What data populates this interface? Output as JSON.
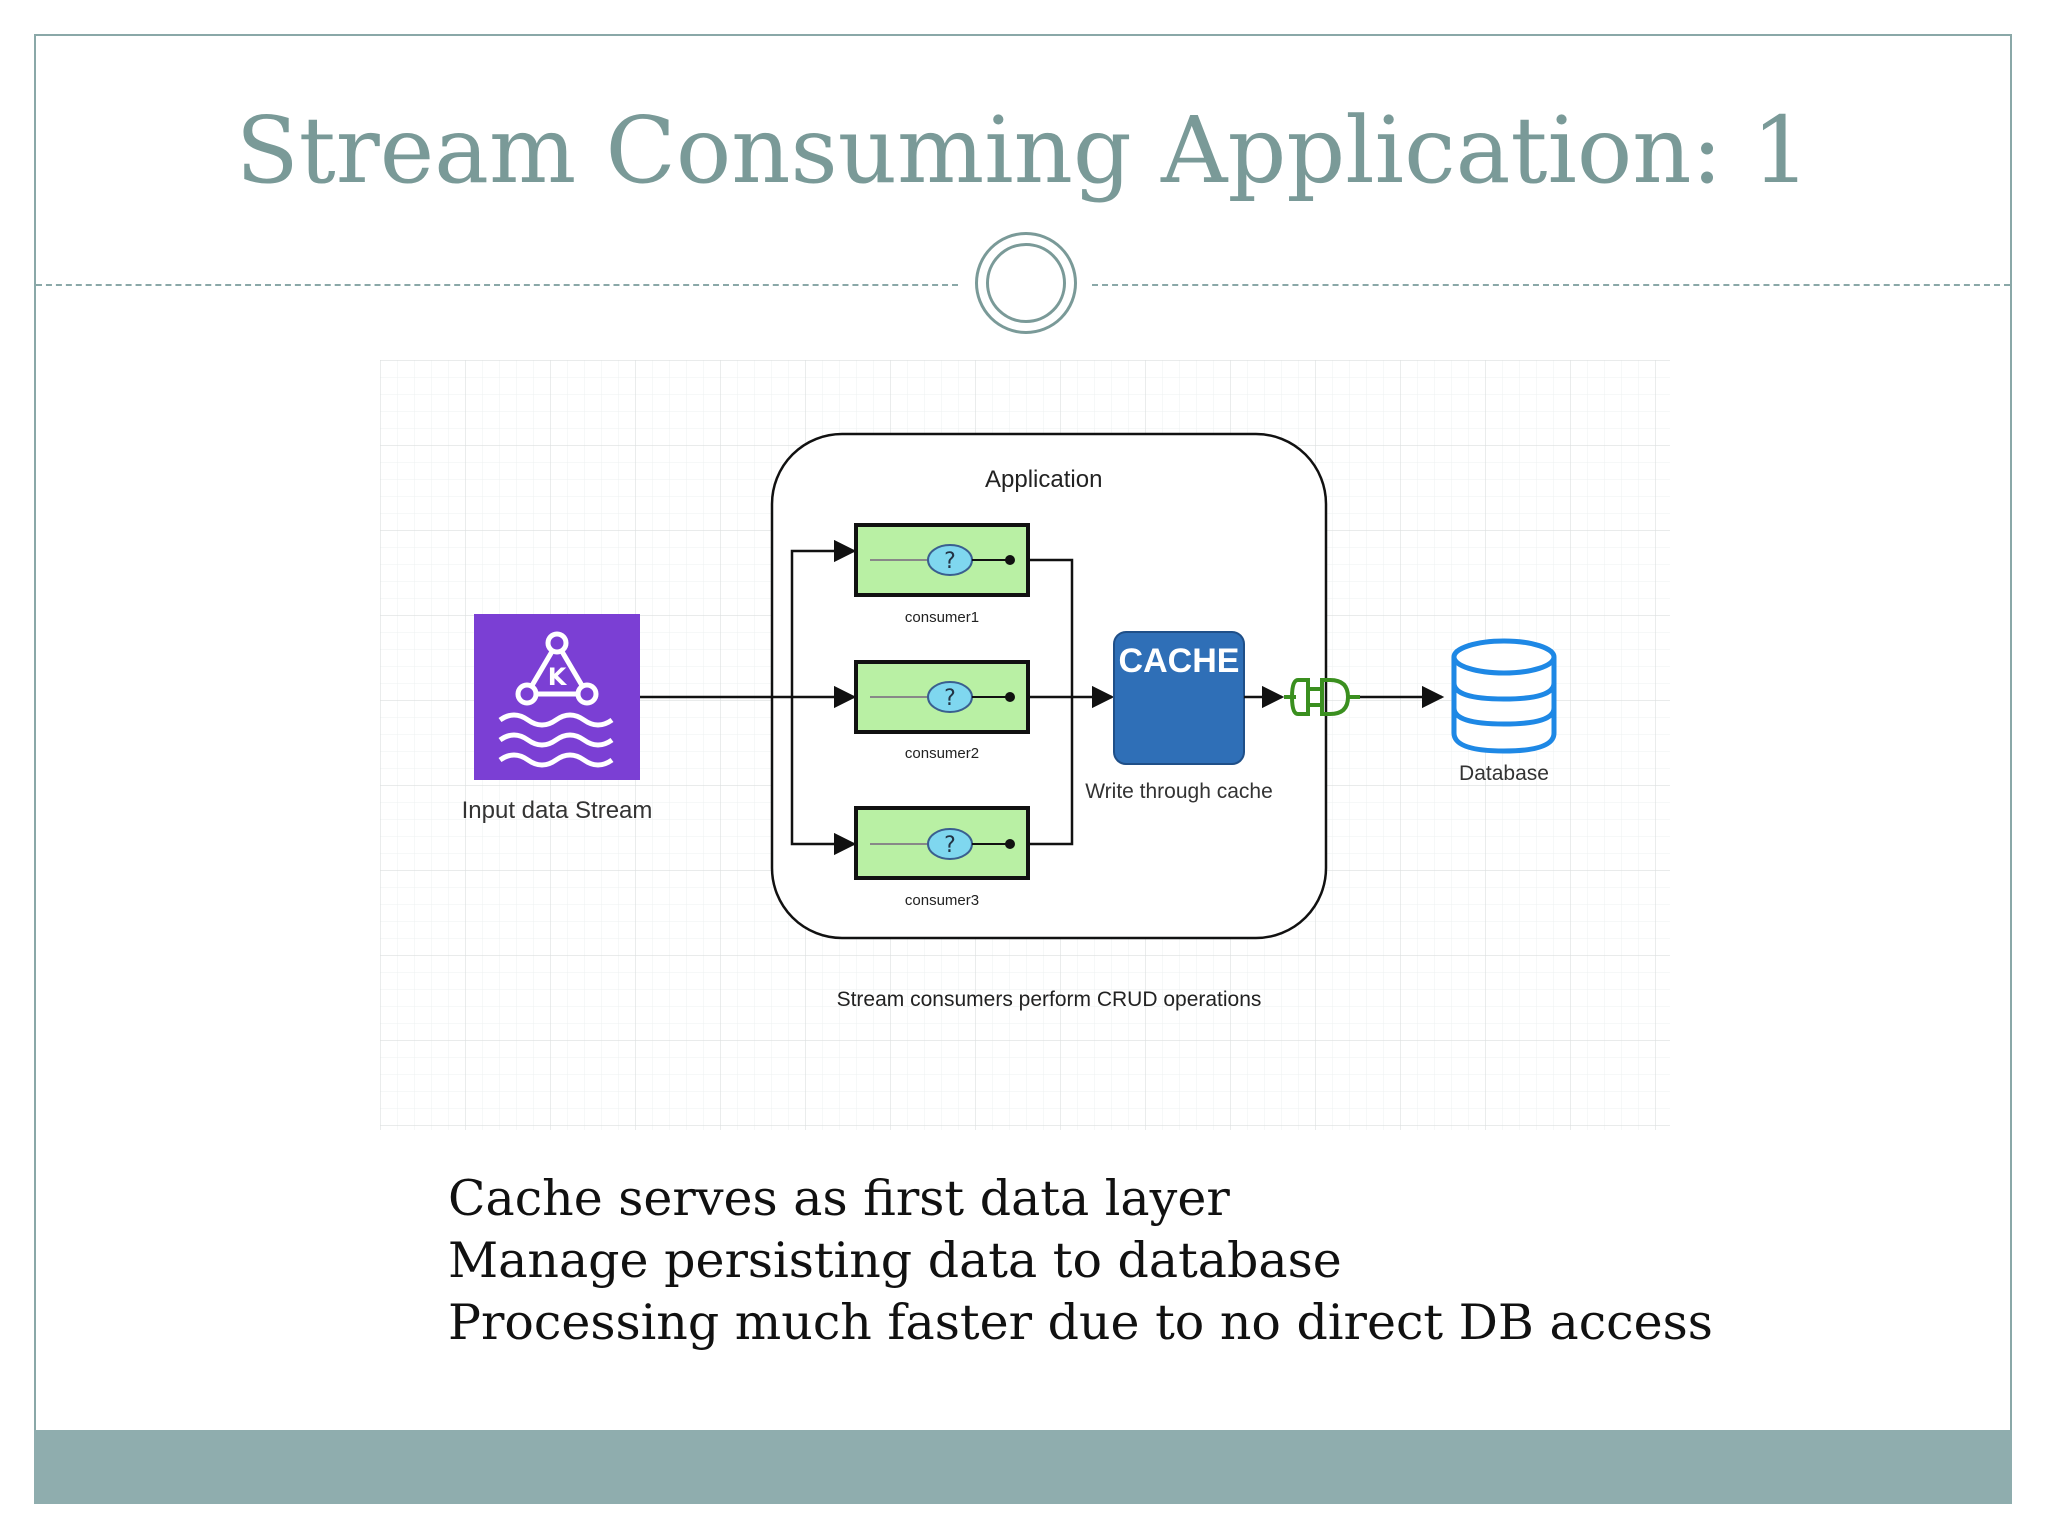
{
  "slide": {
    "title": "Stream Consuming Application: 1",
    "bullets": [
      "Cache serves as first data layer",
      "Manage persisting data to database",
      "Processing much faster due to no direct DB access"
    ]
  },
  "diagram": {
    "input": {
      "label": "Input data Stream",
      "icon_letter": "K",
      "icon": "kinesis-stream-icon",
      "color": "#7b3fd4"
    },
    "application": {
      "label": "Application"
    },
    "consumers": [
      {
        "label": "consumer1",
        "icon_glyph": "?"
      },
      {
        "label": "consumer2",
        "icon_glyph": "?"
      },
      {
        "label": "consumer3",
        "icon_glyph": "?"
      }
    ],
    "cache": {
      "text": "CACHE",
      "label": "Write through cache",
      "color": "#2f6fb7"
    },
    "database": {
      "label": "Database",
      "icon": "database-icon",
      "color": "#1e88e5"
    },
    "caption": "Stream consumers perform CRUD operations",
    "connector_icon": "plug-connector-icon"
  },
  "colors": {
    "title": "#7a9a98",
    "footer": "#8fadae",
    "consumer_fill": "#b9f0a4",
    "connector": "#3a8f1f"
  }
}
